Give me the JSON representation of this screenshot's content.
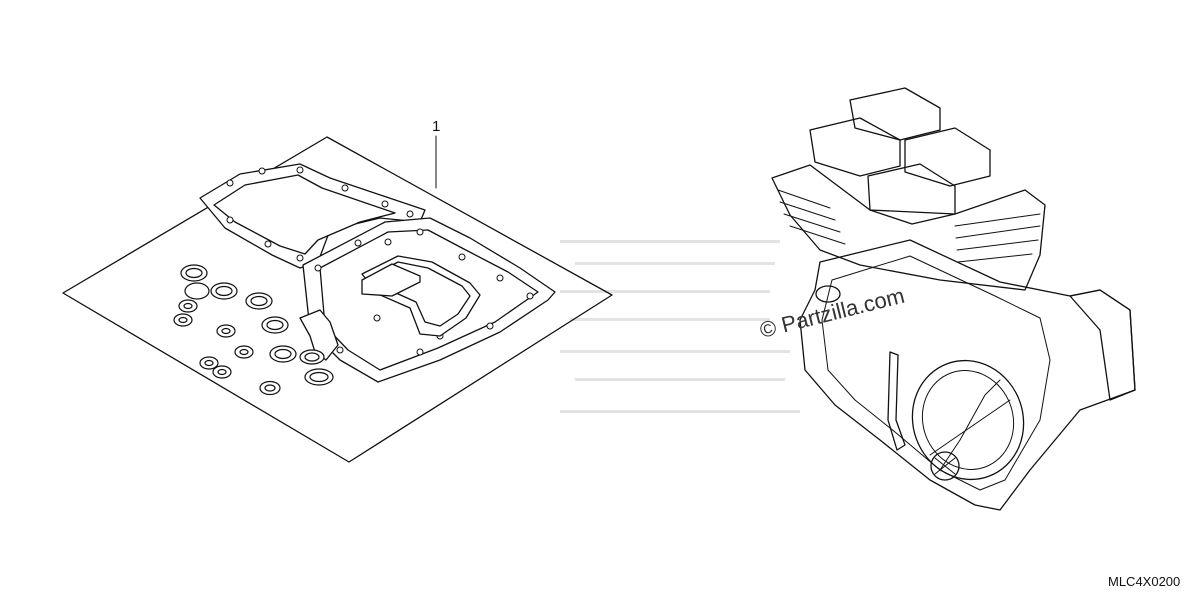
{
  "diagram": {
    "callout_number": "1",
    "watermark": "© Partzilla.com",
    "figure_code": "MLC4X0200"
  },
  "icons": {
    "gasket_kit": "gasket-set-illustration",
    "engine": "engine-illustration"
  }
}
